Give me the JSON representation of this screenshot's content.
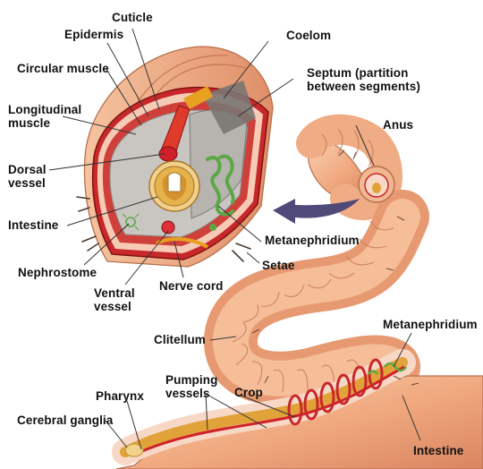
{
  "labels": {
    "cuticle": "Cuticle",
    "epidermis": "Epidermis",
    "circular_muscle": "Circular muscle",
    "longitudinal_muscle": "Longitudinal\nmuscle",
    "dorsal_vessel": "Dorsal\nvessel",
    "intestine_cross": "Intestine",
    "nephrostome": "Nephrostome",
    "ventral_vessel": "Ventral\nvessel",
    "nerve_cord": "Nerve cord",
    "coelom": "Coelom",
    "septum": "Septum (partition\nbetween segments)",
    "anus": "Anus",
    "metanephridium_cross": "Metanephridium",
    "setae": "Setae",
    "clitellum": "Clitellum",
    "metanephridium_body": "Metanephridium",
    "pumping_vessels": "Pumping\nvessels",
    "crop": "Crop",
    "pharynx": "Pharynx",
    "cerebral_ganglia": "Cerebral ganglia",
    "intestine_body": "Intestine"
  },
  "colors": {
    "worm_body": "#f3b58e",
    "worm_shadow": "#d98a64",
    "muscle_red": "#c8282a",
    "vessel_red": "#d0202a",
    "intestine_gold": "#e2a23a",
    "coelom_gray": "#c9c6c2",
    "metanephridium_green": "#5aa845",
    "arrow": "#4f4a78",
    "leader": "#333333"
  }
}
